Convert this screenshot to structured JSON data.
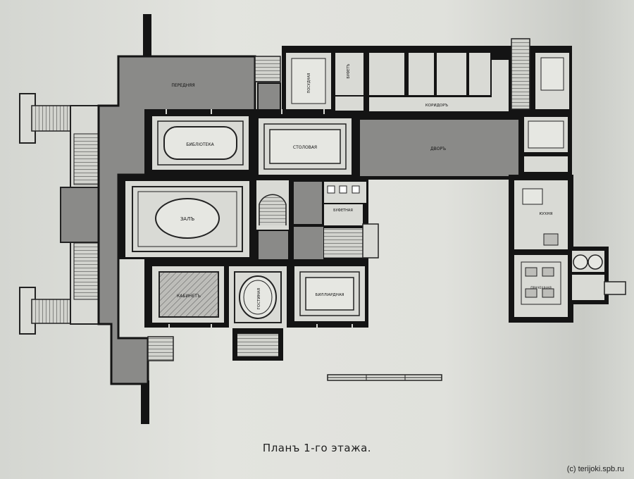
{
  "rooms": {
    "vestibule": "ПЕРЕДНЯЯ",
    "library": "БИБЛІОТЕКА",
    "dining": "СТОЛОВАЯ",
    "hall": "ЗАЛЪ",
    "cabinet": "КАБИНЕТЪ",
    "drawing": "ГОСТИНАЯ",
    "billiard": "БИЛЛІАРДНАЯ",
    "pantry": "БУФЕТНАЯ",
    "buffet": "БУФЕТЪ",
    "corridor": "КОРИДОРЪ",
    "kitchen": "КУХНЯ",
    "laundry": "ПРАЧЕШНАЯ",
    "yard": "ДВОРЪ",
    "dishes": "ПОСУДНАЯ"
  },
  "caption": "Планъ 1-го этажа.",
  "credit": "(c) terijoki.spb.ru",
  "colors": {
    "wall": "#141414",
    "floor": "#8a8a88",
    "room": "#d9dad5",
    "paper": "#e0e1dc"
  }
}
